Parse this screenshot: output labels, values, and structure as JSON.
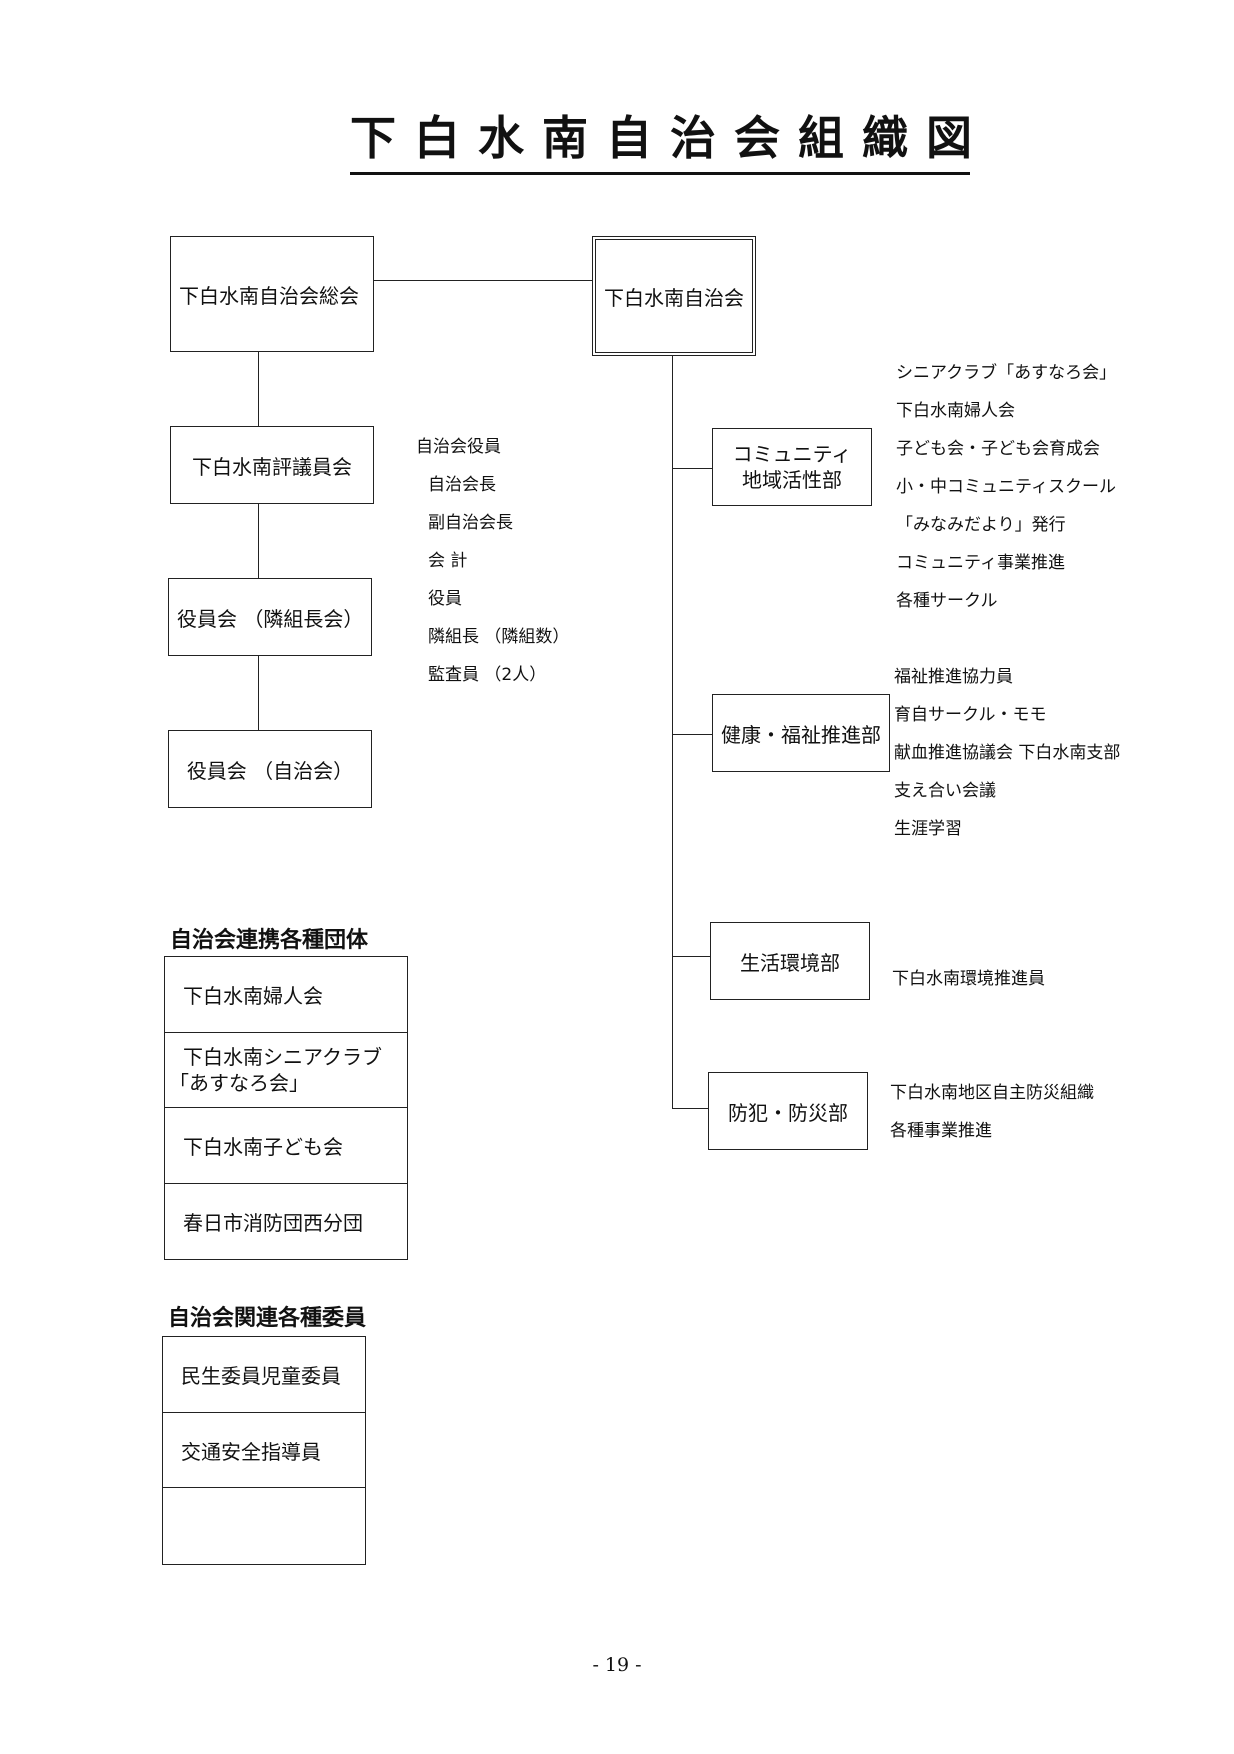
{
  "title": "下白水南自治会組織図",
  "left_chain": {
    "general_meeting": "下白水南自治会総会",
    "council": "下白水南評議員会",
    "officers_block": "役員会 （隣組長会）",
    "officers_assoc": "役員会 （自治会）"
  },
  "root": "下白水南自治会",
  "officer_list": {
    "items": [
      "自治会役員",
      "自治会長",
      "副自治会長",
      "会 計",
      "役員",
      "隣組長 （隣組数）",
      "監査員 （2人）"
    ]
  },
  "departments": {
    "community": {
      "label_line1": "コミュニティ",
      "label_line2": "地域活性部",
      "items": [
        "シニアクラブ「あすなろ会」",
        "下白水南婦人会",
        "子ども会・子ども会育成会",
        "小・中コミュニティスクール",
        "「みなみだより」発行",
        "コミュニティ事業推進",
        "各種サークル"
      ]
    },
    "health": {
      "label": "健康・福祉推進部",
      "items": [
        "福祉推進協力員",
        "育自サークル・モモ",
        "献血推進協議会 下白水南支部",
        "支え合い会議",
        "生涯学習"
      ]
    },
    "living": {
      "label": "生活環境部",
      "items": [
        "下白水南環境推進員"
      ]
    },
    "safety": {
      "label": "防犯・防災部",
      "items": [
        "下白水南地区自主防災組織",
        "各種事業推進"
      ]
    }
  },
  "affiliated_groups": {
    "heading": "自治会連携各種団体",
    "groups": [
      "下白水南婦人会",
      "下白水南シニアクラブ",
      "「あすなろ会」",
      "下白水南子ども会",
      "春日市消防団西分団"
    ]
  },
  "related_committees": {
    "heading": "自治会関連各種委員",
    "members": [
      "民生委員児童委員",
      "交通安全指導員",
      ""
    ]
  },
  "page_number": "- 19 -"
}
